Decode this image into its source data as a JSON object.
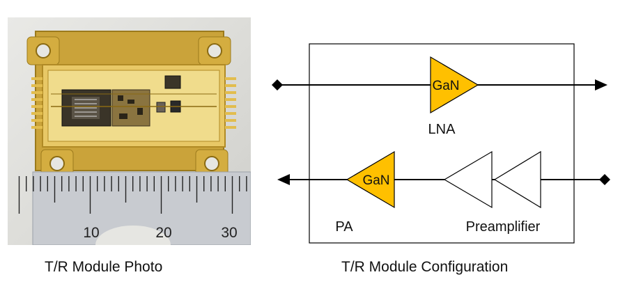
{
  "photo": {
    "caption": "T/R Module Photo",
    "ruler_labels": [
      "10",
      "20",
      "30"
    ]
  },
  "config": {
    "caption": "T/R Module Configuration",
    "lna_chip": "GaN",
    "lna_label": "LNA",
    "pa_chip": "GaN",
    "pa_label": "PA",
    "preamp_label": "Preamplifier",
    "gan_color": "#FFC000"
  }
}
